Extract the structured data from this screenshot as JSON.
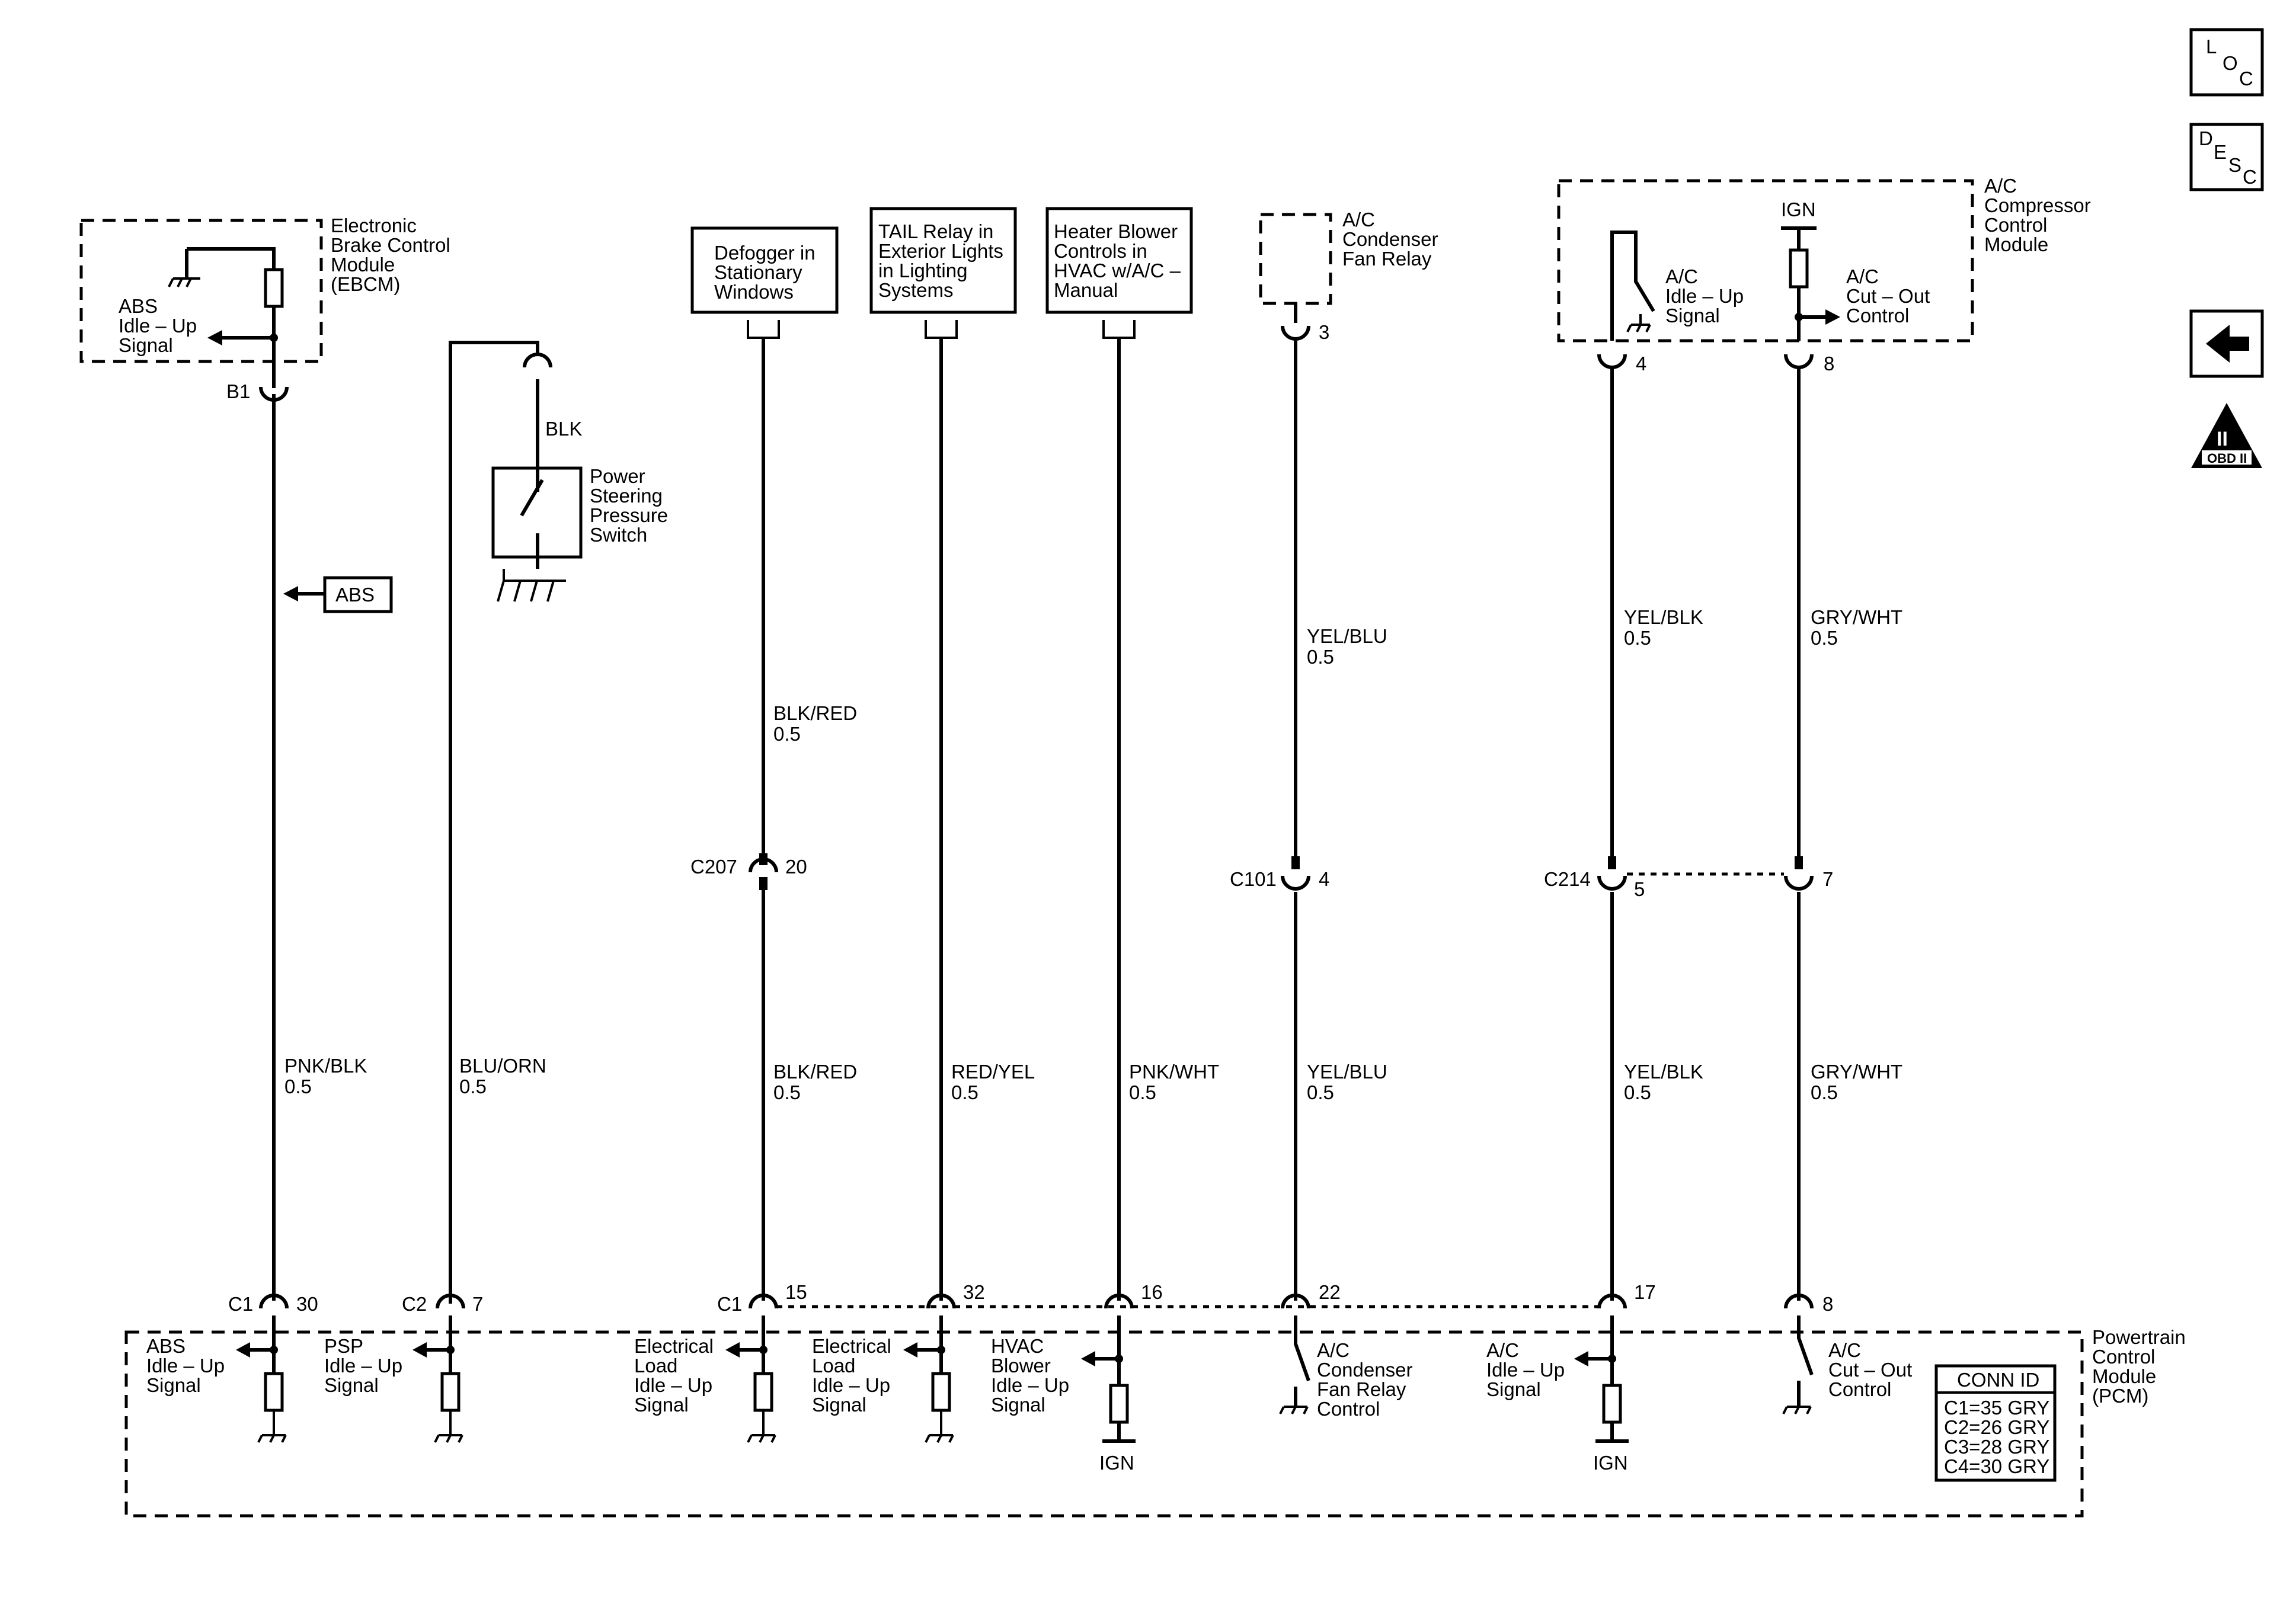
{
  "side_icons": {
    "loc": [
      "L",
      "O",
      "C"
    ],
    "desc": [
      "D",
      "E",
      "S",
      "C"
    ],
    "obd_roman": "II",
    "obd_label": "OBD II"
  },
  "ebcm": {
    "title": [
      "Electronic",
      "Brake Control",
      "Module",
      "(EBCM)"
    ],
    "signal": [
      "ABS",
      "Idle – Up",
      "Signal"
    ],
    "connector": "B1",
    "abs_tag": "ABS"
  },
  "psp_switch": {
    "wire": "BLK",
    "title": [
      "Power",
      "Steering",
      "Pressure",
      "Switch"
    ]
  },
  "sources": {
    "defogger": [
      "Defogger in",
      "Stationary",
      "Windows"
    ],
    "tail": [
      "TAIL Relay in",
      "Exterior Lights",
      "in Lighting",
      "Systems"
    ],
    "heater": [
      "Heater Blower",
      "Controls in",
      "HVAC w/A/C –",
      "Manual"
    ],
    "condenser_relay": [
      "A/C",
      "Condenser",
      "Fan Relay"
    ],
    "condenser_pin": "3",
    "compressor_module": [
      "A/C",
      "Compressor",
      "Control",
      "Module"
    ],
    "compressor_idle": [
      "A/C",
      "Idle – Up",
      "Signal"
    ],
    "compressor_cutout": [
      "A/C",
      "Cut – Out",
      "Control"
    ],
    "compressor_ign": "IGN",
    "compressor_pin_a": "4",
    "compressor_pin_b": "8"
  },
  "upper_wires": {
    "defogger": [
      "BLK/RED",
      "0.5"
    ],
    "condenser": [
      "YEL/BLU",
      "0.5"
    ],
    "comp_a": [
      "YEL/BLK",
      "0.5"
    ],
    "comp_b": [
      "GRY/WHT",
      "0.5"
    ]
  },
  "inline_connectors": {
    "c207": {
      "id": "C207",
      "pin": "20"
    },
    "c101": {
      "id": "C101",
      "pin": "4"
    },
    "c214": {
      "id": "C214",
      "pin_a": "5",
      "pin_b": "7"
    }
  },
  "lower_wires": [
    [
      "PNK/BLK",
      "0.5"
    ],
    [
      "BLU/ORN",
      "0.5"
    ],
    [
      "BLK/RED",
      "0.5"
    ],
    [
      "RED/YEL",
      "0.5"
    ],
    [
      "PNK/WHT",
      "0.5"
    ],
    [
      "YEL/BLU",
      "0.5"
    ],
    [
      "YEL/BLK",
      "0.5"
    ],
    [
      "GRY/WHT",
      "0.5"
    ]
  ],
  "pcm_pins": {
    "c1": "C1",
    "c2": "C2",
    "p1": "30",
    "p2": "7",
    "p3": "15",
    "p4": "32",
    "p5": "16",
    "p6": "22",
    "p7": "17",
    "p8": "8"
  },
  "pcm_signals": [
    [
      "ABS",
      "Idle – Up",
      "Signal"
    ],
    [
      "PSP",
      "Idle – Up",
      "Signal"
    ],
    [
      "Electrical",
      "Load",
      "Idle – Up",
      "Signal"
    ],
    [
      "Electrical",
      "Load",
      "Idle – Up",
      "Signal"
    ],
    [
      "HVAC",
      "Blower",
      "Idle – Up",
      "Signal"
    ],
    [
      "A/C",
      "Condenser",
      "Fan Relay",
      "Control"
    ],
    [
      "A/C",
      "Idle – Up",
      "Signal"
    ],
    [
      "A/C",
      "Cut – Out",
      "Control"
    ]
  ],
  "pcm_ign": [
    "IGN",
    "IGN"
  ],
  "pcm": {
    "title": [
      "Powertrain",
      "Control",
      "Module",
      "(PCM)"
    ]
  },
  "conn_table": {
    "header": "CONN ID",
    "rows": [
      "C1=35 GRY",
      "C2=26 GRY",
      "C3=28 GRY",
      "C4=30 GRY"
    ]
  }
}
